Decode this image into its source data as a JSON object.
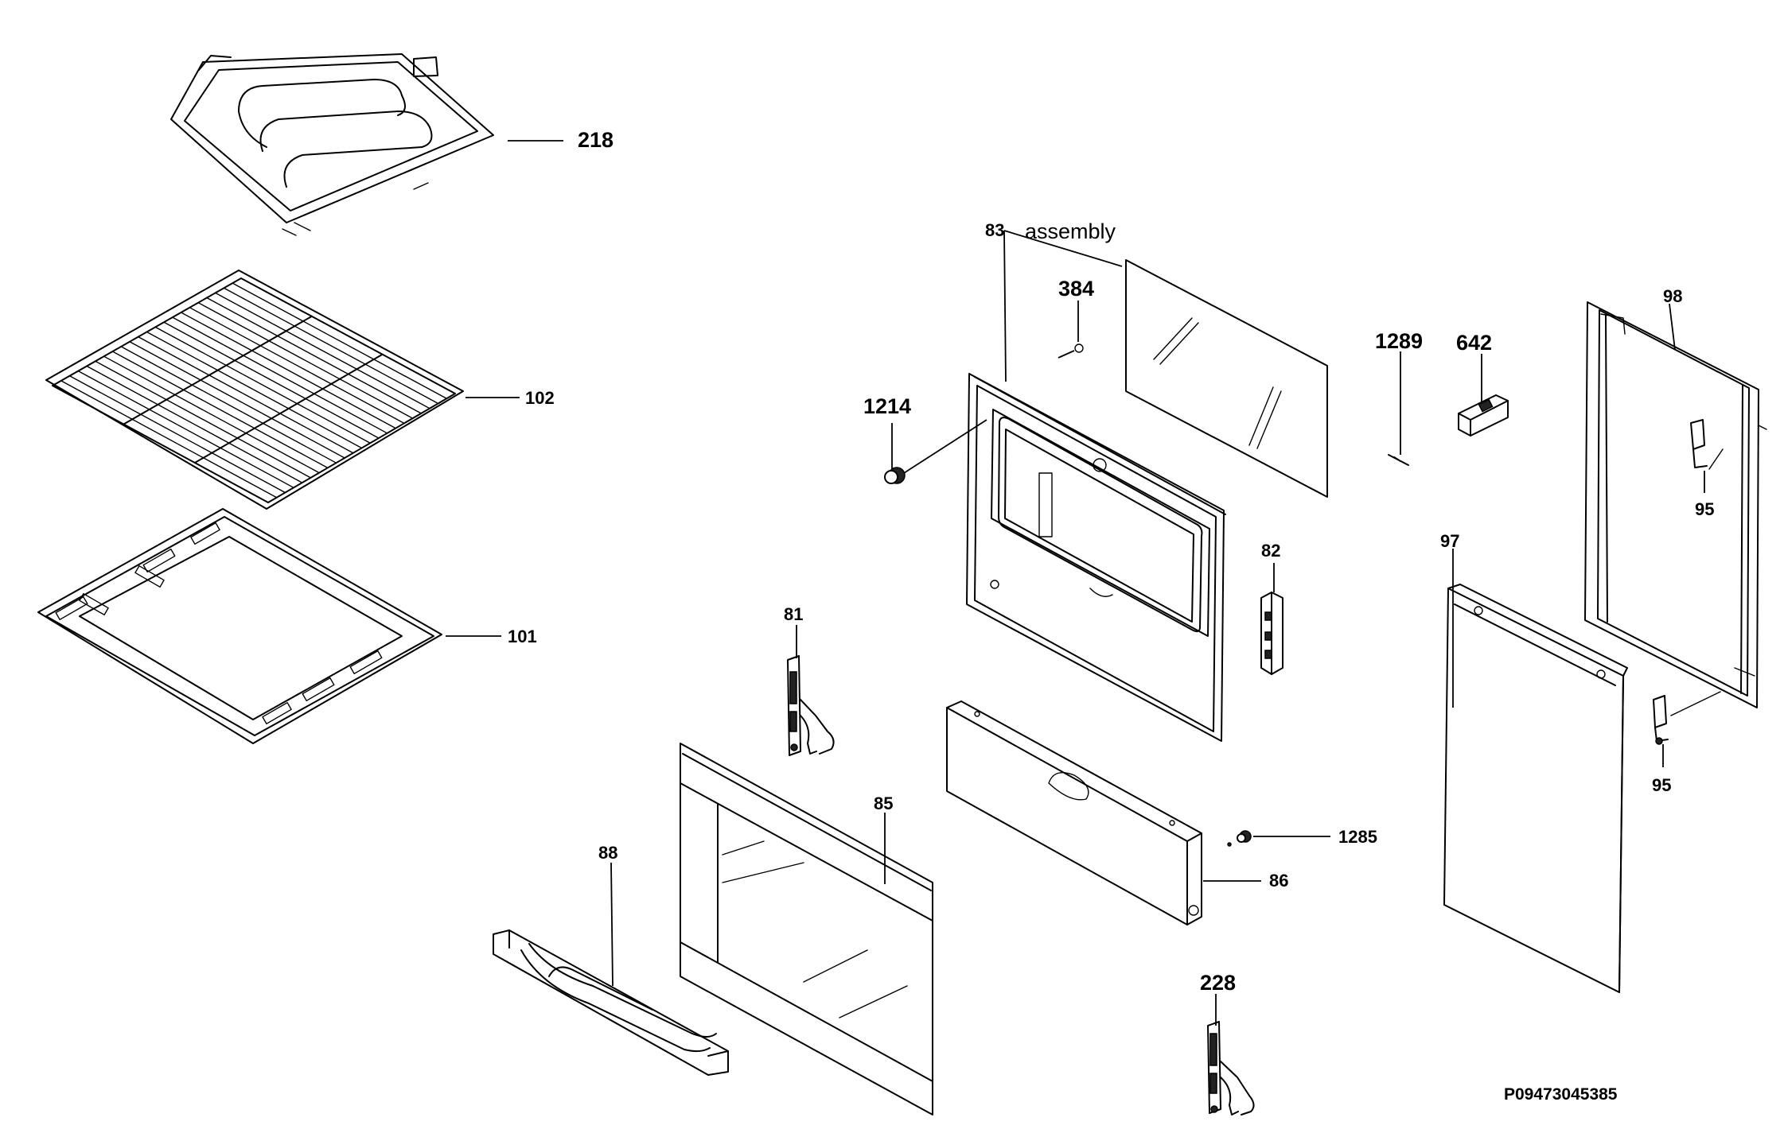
{
  "labels": {
    "p218": "218",
    "p102": "102",
    "p101": "101",
    "p83": "83",
    "assembly": "assembly",
    "p384": "384",
    "p1214": "1214",
    "p1289": "1289",
    "p642": "642",
    "p98": "98",
    "p95a": "95",
    "p95b": "95",
    "p97": "97",
    "p82": "82",
    "p81": "81",
    "p85": "85",
    "p88": "88",
    "p86": "86",
    "p1285": "1285",
    "p228": "228"
  },
  "drawing_code": "P09473045385"
}
